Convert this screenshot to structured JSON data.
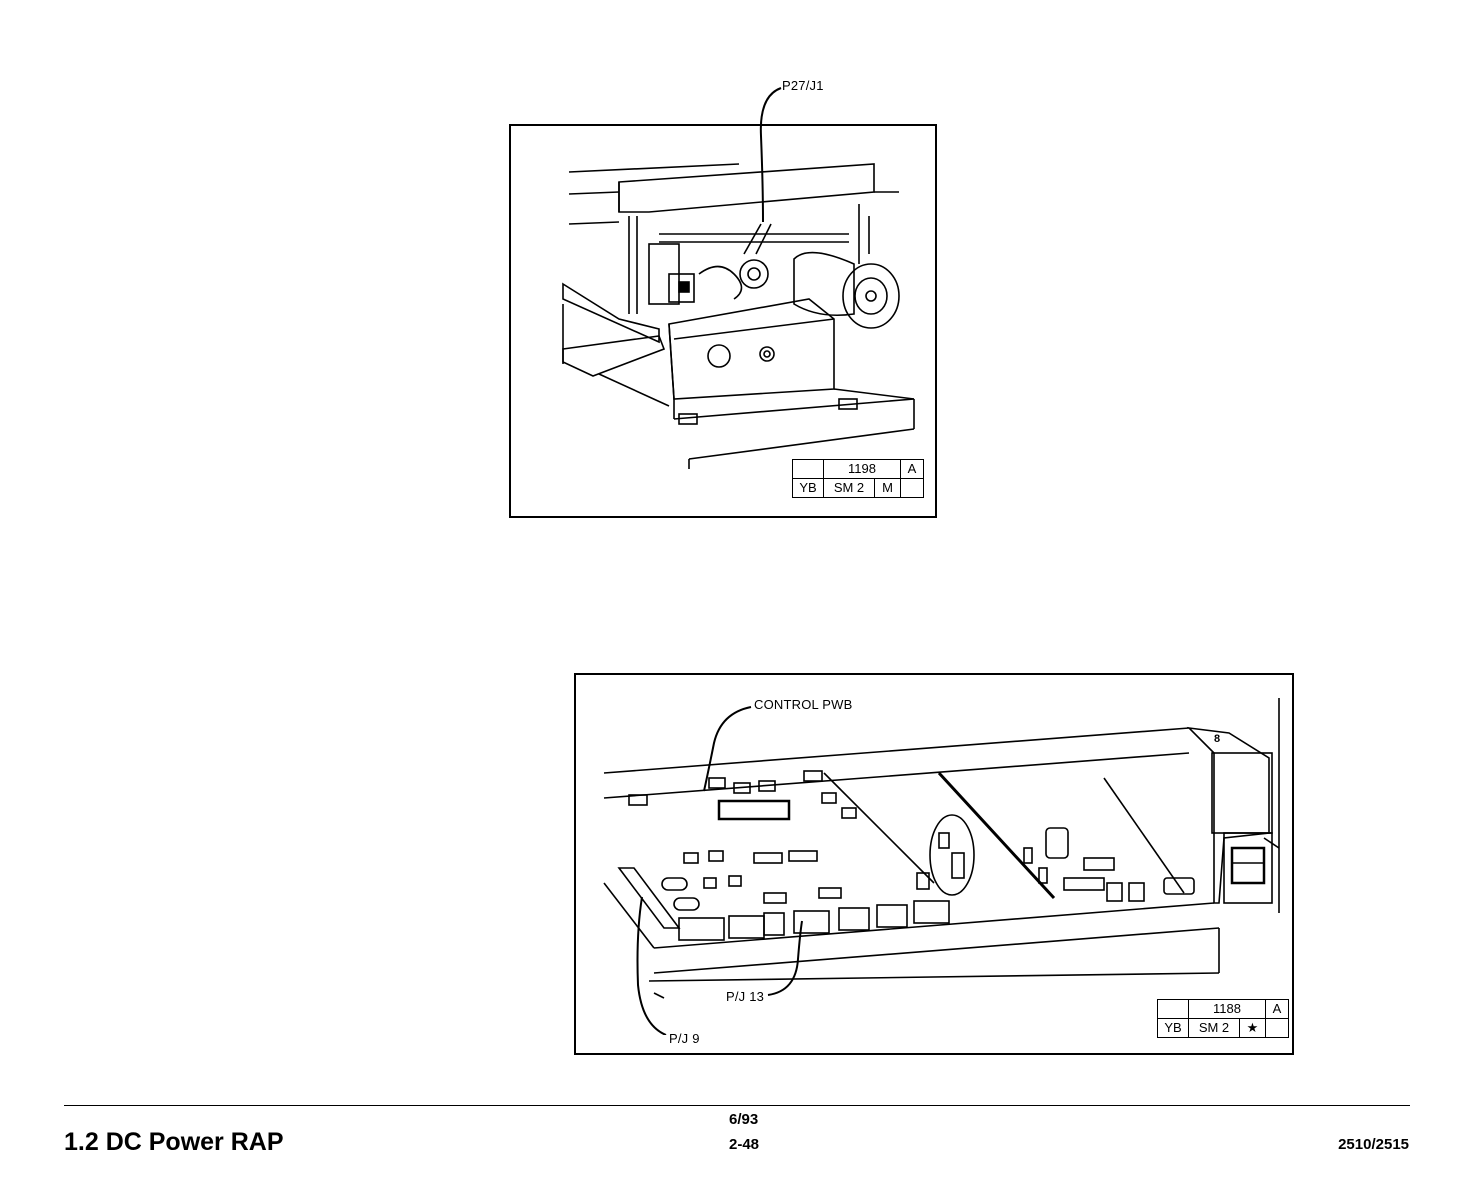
{
  "figure_top": {
    "callout": "P27/J1",
    "tag": {
      "row1": [
        "",
        "1198",
        "A"
      ],
      "row2": [
        "YB",
        "SM 2",
        "M",
        ""
      ]
    }
  },
  "figure_bottom": {
    "callouts": {
      "board": "CONTROL PWB",
      "pj13": "P/J 13",
      "pj9": "P/J 9",
      "small": "8"
    },
    "tag": {
      "row1": [
        "",
        "1188",
        "A"
      ],
      "row2": [
        "YB",
        "SM 2",
        "★",
        ""
      ]
    }
  },
  "footer": {
    "title": "1.2 DC Power RAP",
    "date": "6/93",
    "page": "2-48",
    "model": "2510/2515"
  }
}
